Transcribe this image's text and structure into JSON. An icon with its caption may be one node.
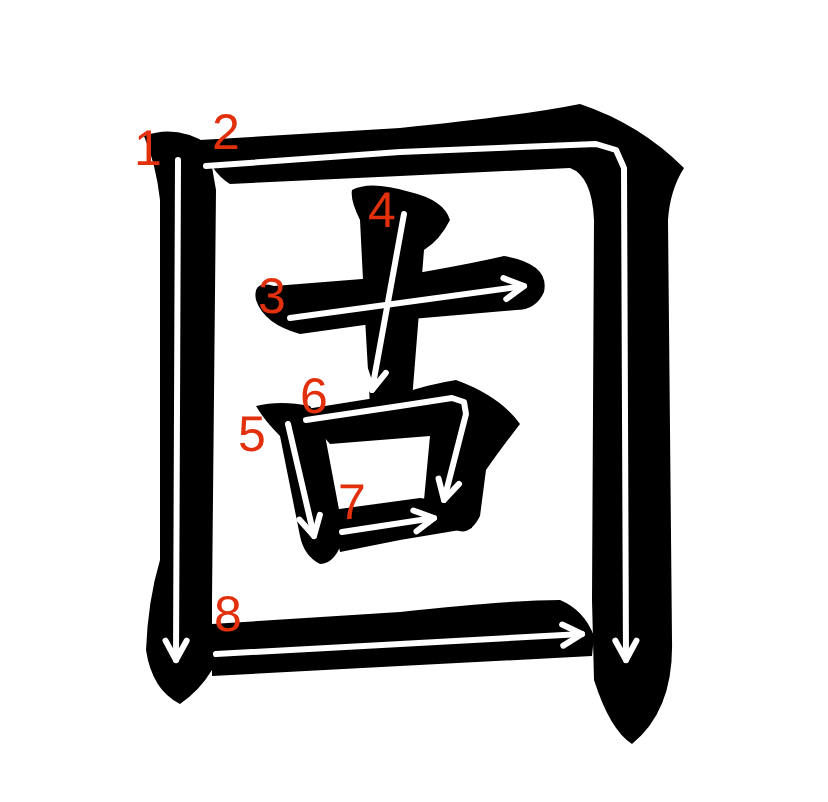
{
  "diagram": {
    "labels": [
      "1",
      "2",
      "3",
      "4",
      "5",
      "6",
      "7",
      "8"
    ]
  }
}
